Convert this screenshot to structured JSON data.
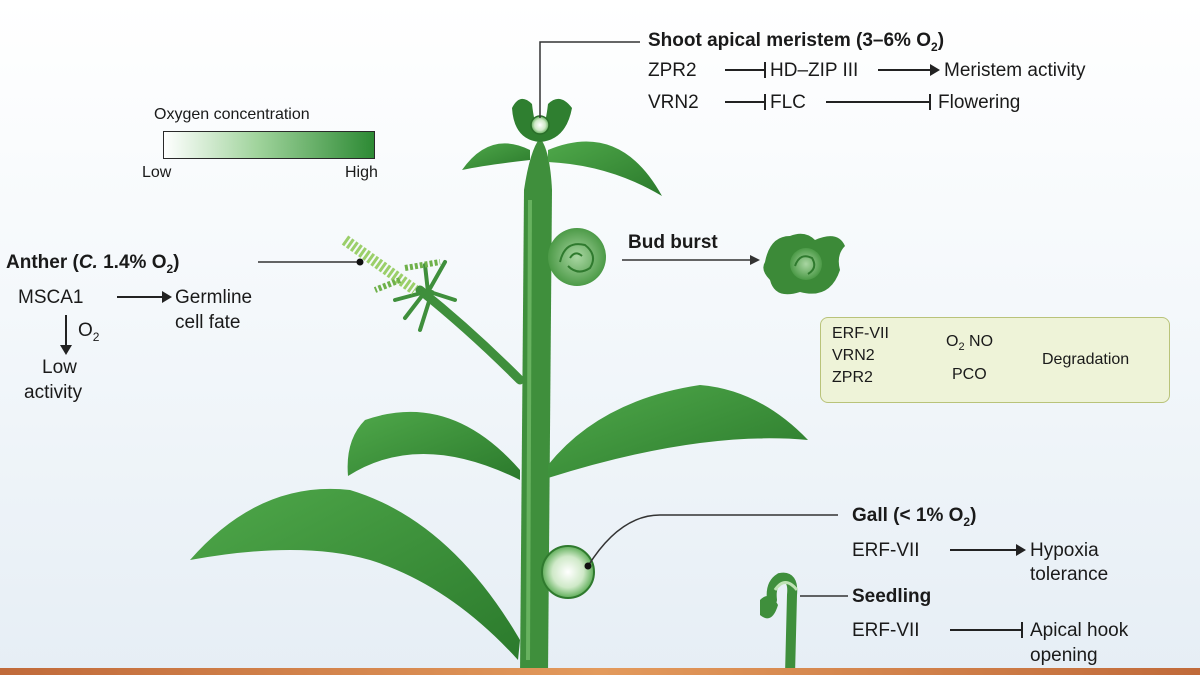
{
  "legend": {
    "title": "Oxygen concentration",
    "low": "Low",
    "high": "High"
  },
  "shoot": {
    "title": "Shoot apical meristem (3–6% O",
    "sub": "2",
    "close": ")",
    "row1": {
      "a": "ZPR2",
      "b": "HD–ZIP III",
      "c": "Meristem activity"
    },
    "row2": {
      "a": "VRN2",
      "b": "FLC",
      "c": "Flowering"
    }
  },
  "anther": {
    "pre": "Anther (",
    "italic": "C.",
    "post": " 1.4% O",
    "sub": "2",
    "close": ")",
    "gene": "MSCA1",
    "fate1": "Germline",
    "fate2": "cell fate",
    "o2": "O",
    "o2sub": "2",
    "low1": "Low",
    "low2": "activity"
  },
  "bud": {
    "title": "Bud burst"
  },
  "box": {
    "genes": [
      "ERF-VII",
      "VRN2",
      "ZPR2"
    ],
    "top": "O",
    "topsub": "2",
    "top2": " NO",
    "bottom": "PCO",
    "result": "Degradation"
  },
  "gall": {
    "title": "Gall (< 1% O",
    "sub": "2",
    "close": ")",
    "gene": "ERF-VII",
    "out1": "Hypoxia",
    "out2": "tolerance"
  },
  "seedling": {
    "title": "Seedling",
    "gene": "ERF-VII",
    "out1": "Apical hook",
    "out2": "opening"
  },
  "colors": {
    "plant": "#3f8f3c",
    "plant_dark": "#2a6e2a",
    "box_bg": "#eef3d8",
    "box_border": "#b9c37a"
  }
}
